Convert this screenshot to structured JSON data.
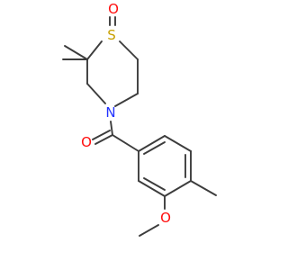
{
  "molecule": {
    "atoms": {
      "sulfur": {
        "symbol": "S",
        "color": "#c8a000"
      },
      "sulfoxide_oxygen": {
        "symbol": "O",
        "color": "#ff0d0d"
      },
      "nitrogen": {
        "symbol": "N",
        "color": "#2233ff"
      },
      "carbonyl_oxygen": {
        "symbol": "O",
        "color": "#ff0d0d"
      },
      "methoxy_oxygen": {
        "symbol": "O",
        "color": "#ff0d0d"
      }
    },
    "bond_color": "#3c3c3c",
    "background": "#ffffff"
  }
}
